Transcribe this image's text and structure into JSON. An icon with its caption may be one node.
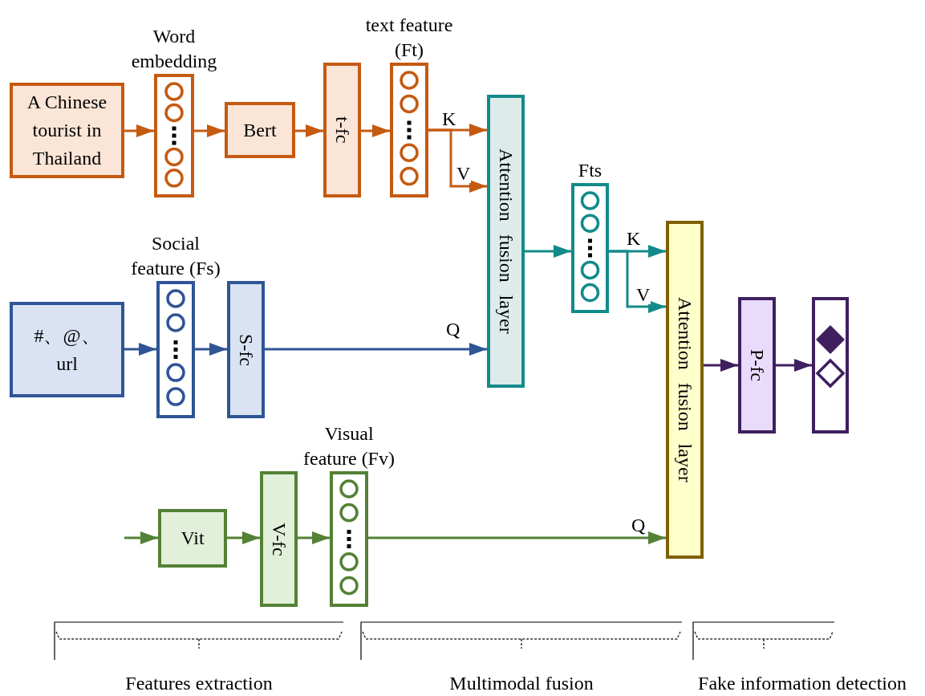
{
  "diagram": {
    "nodes": [
      {
        "text": [
          "A Chinese tourist in Thailand"
        ]
      },
      {
        "text": [
          "Word embedding"
        ]
      },
      {
        "text": [
          "Bert"
        ]
      },
      {
        "text": [
          "t-fc"
        ]
      },
      {
        "text": [
          "text feature (Ft)"
        ]
      },
      {
        "text": [
          "Attention  fusion  layer"
        ]
      },
      {
        "text": [
          "#、@、 url"
        ]
      },
      {
        "text": [
          "Social feature (Fs)"
        ]
      },
      {
        "text": [
          "S-fc"
        ]
      },
      {
        "text": [
          "Fts"
        ]
      },
      {
        "text": [
          "Attention  fusion  layer"
        ]
      },
      {
        "text": [
          "P-fc"
        ]
      },
      {
        "text": [],
        "shape": "box"
      },
      {
        "text": [
          "Vit"
        ]
      },
      {
        "text": [
          "V-fc"
        ]
      },
      {
        "text": [
          "Visual feature (Fv)"
        ]
      }
    ],
    "edges": [
      {
        "from": 0,
        "to": 1,
        "arrow": "to"
      },
      {
        "from": 1,
        "to": 2,
        "arrow": "to"
      },
      {
        "from": 2,
        "to": 3,
        "arrow": "to"
      },
      {
        "from": 3,
        "to": 4,
        "arrow": "to"
      },
      {
        "from": 4,
        "to": 5,
        "arrow": "to",
        "label": "K"
      },
      {
        "from": 4,
        "to": 5,
        "arrow": "to",
        "label": "V"
      },
      {
        "from": 5,
        "to": 9,
        "arrow": "to",
        "color": "#138a8a"
      },
      {
        "from": 6,
        "to": 7,
        "arrow": "to",
        "color": "#2f5597"
      },
      {
        "from": 7,
        "to": 8,
        "arrow": "to",
        "color": "#2f5597"
      },
      {
        "from": 8,
        "to": 5,
        "arrow": "to",
        "label": "Q",
        "color": "#2f5597"
      },
      {
        "from": 9,
        "to": 10,
        "arrow": "to",
        "label": "K",
        "color": "#138a8a"
      },
      {
        "from": 9,
        "to": 10,
        "arrow": "to",
        "label": "V",
        "color": "#138a8a"
      },
      {
        "from": 10,
        "to": 11,
        "arrow": "to",
        "color": "#3f1f5f"
      },
      {
        "from": 11,
        "to": 12,
        "arrow": "to",
        "color": "#3f1f5f"
      },
      {
        "from": null,
        "to": 13,
        "arrow": "to",
        "color": "#538135"
      },
      {
        "from": 13,
        "to": 14,
        "arrow": "to",
        "color": "#538135"
      },
      {
        "from": 14,
        "to": 15,
        "arrow": "to",
        "color": "#538135"
      },
      {
        "from": 15,
        "to": 10,
        "arrow": "to",
        "label": "Q",
        "color": "#538135"
      }
    ],
    "labels": [
      "Features extraction",
      "Multimodal fusion",
      "Fake information detection"
    ]
  }
}
